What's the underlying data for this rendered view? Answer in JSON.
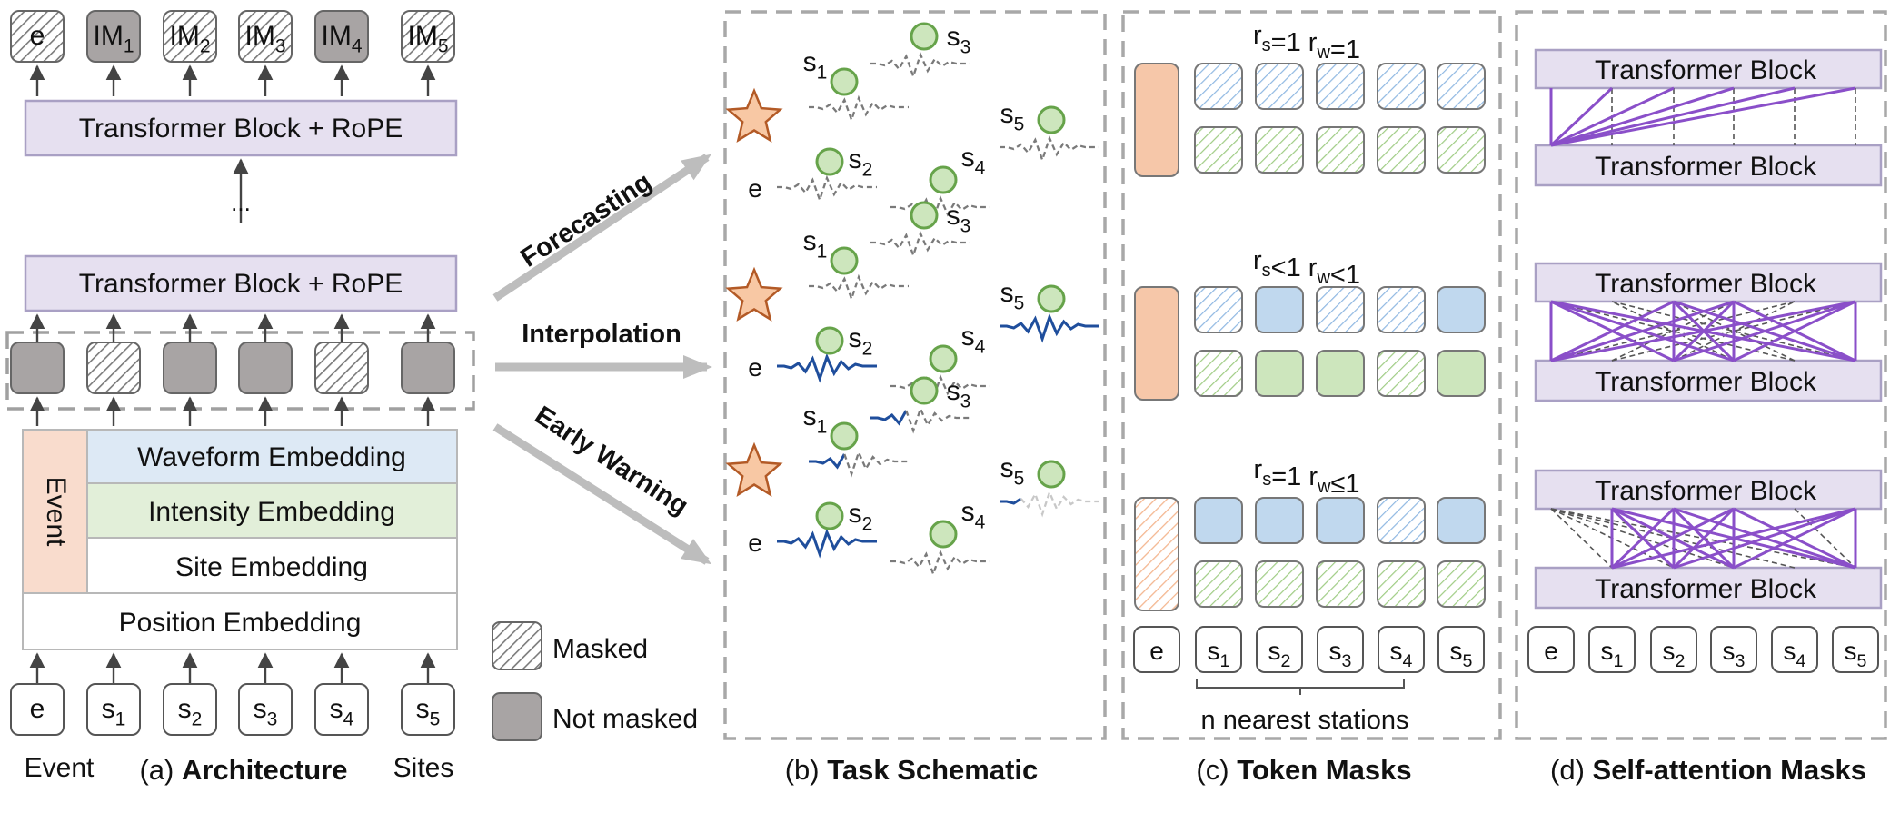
{
  "colors": {
    "transformer_fill": "#e6e0f0",
    "transformer_stroke": "#a9a0c4",
    "token_grey": "#a8a4a4",
    "event_fill": "#f9dccd",
    "waveform_fill": "#dde9f5",
    "intensity_fill": "#e2efd9",
    "blue_token": "#c0d8ee",
    "green_token": "#cde6bd",
    "orange_token": "#f6c7a9",
    "purple_line": "#8a4fc9",
    "green_circle": "#66a34a",
    "wave_blue": "#1f4e9c",
    "star_fill": "#f8c8a4",
    "star_stroke": "#b35a26"
  },
  "architecture": {
    "top_tokens": [
      {
        "main": "e",
        "sub": "",
        "masked": true
      },
      {
        "main": "IM",
        "sub": "1",
        "masked": false
      },
      {
        "main": "IM",
        "sub": "2",
        "masked": true
      },
      {
        "main": "IM",
        "sub": "3",
        "masked": true
      },
      {
        "main": "IM",
        "sub": "4",
        "masked": false
      },
      {
        "main": "IM",
        "sub": "5",
        "masked": true
      }
    ],
    "transformer_label": "Transformer Block + RoPE",
    "ellipsis": "...",
    "mid_masks": [
      false,
      true,
      false,
      false,
      true,
      false
    ],
    "event_label": "Event",
    "embeddings": {
      "waveform": "Waveform Embedding",
      "intensity": "Intensity Embedding",
      "site": "Site Embedding",
      "position": "Position Embedding"
    },
    "bottom_tokens": [
      {
        "main": "e",
        "sub": ""
      },
      {
        "main": "s",
        "sub": "1"
      },
      {
        "main": "s",
        "sub": "2"
      },
      {
        "main": "s",
        "sub": "3"
      },
      {
        "main": "s",
        "sub": "4"
      },
      {
        "main": "s",
        "sub": "5"
      }
    ],
    "label_event": "Event",
    "label_sites": "Sites"
  },
  "legend": {
    "masked": "Masked",
    "not_masked": "Not masked"
  },
  "tasks": {
    "forecasting": "Forecasting",
    "interpolation": "Interpolation",
    "early_warning": "Early Warning"
  },
  "schematic": {
    "event": "e",
    "stations": [
      "s",
      "s",
      "s",
      "s",
      "s"
    ],
    "station_subs": [
      "1",
      "2",
      "3",
      "4",
      "5"
    ]
  },
  "token_masks": {
    "headers": [
      {
        "rs_sub": "s",
        "rs_op": "=1",
        "rw_sub": "w",
        "rw_op": "=1"
      },
      {
        "rs_sub": "s",
        "rs_op": "<1",
        "rw_sub": "w",
        "rw_op": "<1"
      },
      {
        "rs_sub": "s",
        "rs_op": "=1",
        "rw_sub": "w",
        "rw_op": "≤1"
      }
    ],
    "nearest_label": "n nearest stations"
  },
  "attention": {
    "block_label": "Transformer Block"
  },
  "captions": {
    "a_prefix": "(a) ",
    "a_bold": "Architecture",
    "b_prefix": "(b) ",
    "b_bold": "Task Schematic",
    "c_prefix": "(c) ",
    "c_bold": "Token Masks",
    "d_prefix": "(d) ",
    "d_bold": "Self-attention Masks"
  }
}
